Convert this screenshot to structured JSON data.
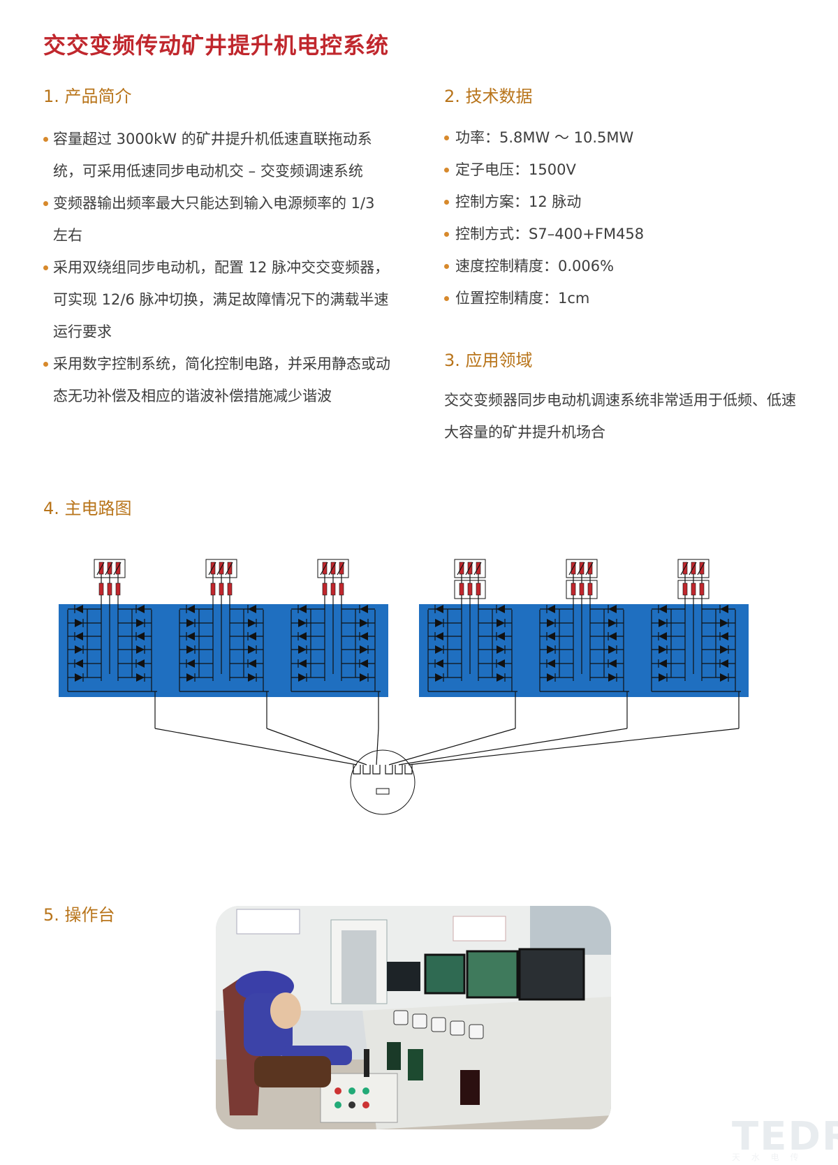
{
  "title": "交交变频传动矿井提升机电控系统",
  "sections": {
    "intro": {
      "heading": "1. 产品简介",
      "items": [
        "容量超过 3000kW 的矿井提升机低速直联拖动系统，可采用低速同步电动机交 – 交变频调速系统",
        "变频器输出频率最大只能达到输入电源频率的 1/3 左右",
        "采用双绕组同步电动机，配置 12 脉冲交交变频器，可实现 12/6 脉冲切换，满足故障情况下的满载半速运行要求",
        "采用数字控制系统，简化控制电路，并采用静态或动态无功补偿及相应的谐波补偿措施减少谐波"
      ]
    },
    "tech": {
      "heading": "2. 技术数据",
      "items": [
        "功率：5.8MW ～ 10.5MW",
        "定子电压：1500V",
        "控制方案：12 脉动",
        "控制方式：S7–400+FM458",
        "速度控制精度：0.006%",
        "位置控制精度：1cm"
      ]
    },
    "application": {
      "heading": "3. 应用领域",
      "text": "交交变频器同步电动机调速系统非常适用于低频、低速大容量的矿井提升机场合"
    },
    "circuit": {
      "heading": "4. 主电路图"
    },
    "console": {
      "heading": "5. 操作台"
    }
  },
  "logo": {
    "text": "TEDRI",
    "sub": "天 水 电 传"
  },
  "colors": {
    "title": "#c0272d",
    "heading": "#b8741a",
    "bullet": "#d7892c",
    "converter_fill": "#1f6fc0"
  }
}
